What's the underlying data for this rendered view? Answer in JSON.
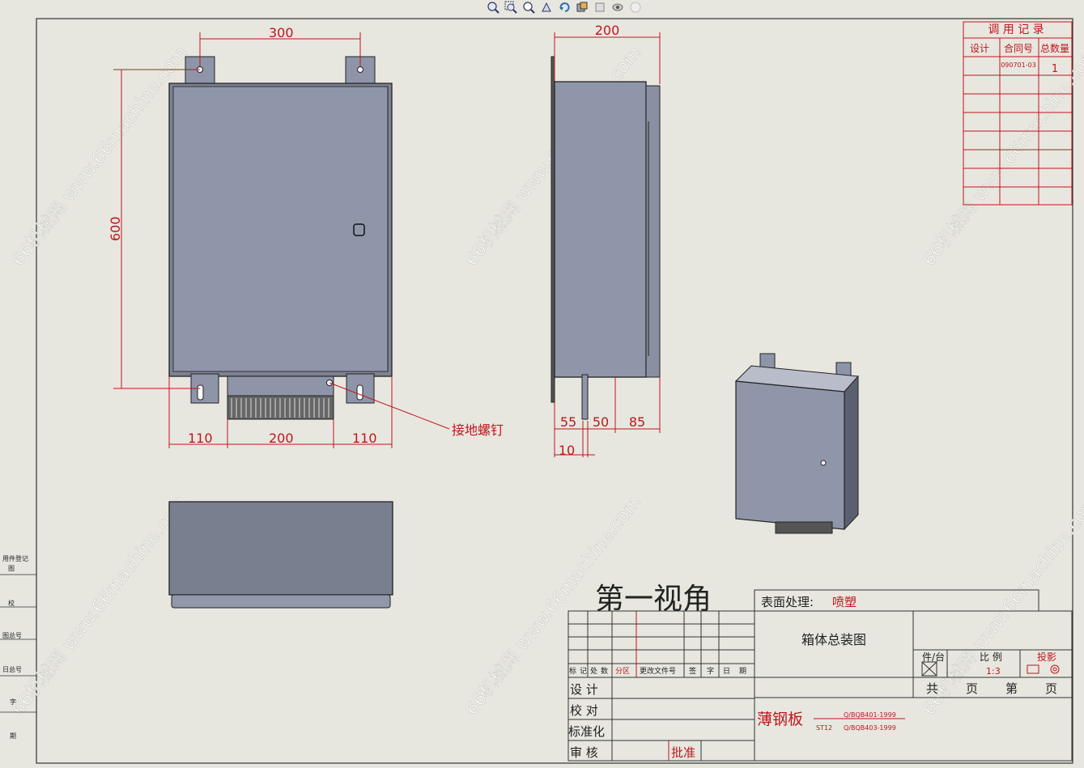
{
  "toolbar": {
    "icons": [
      "zoom-fit-icon",
      "zoom-area-icon",
      "zoom-icon",
      "pan-icon",
      "rotate-icon",
      "display-style-icon",
      "view-orientation-icon",
      "hide-show-icon",
      "appearance-icon"
    ]
  },
  "watermark": "66机械网 www.66machine.com",
  "dimensions": {
    "front_top": "300",
    "front_left": "600",
    "front_bottom": [
      "110",
      "200",
      "110"
    ],
    "side_top": "200",
    "side_bottom": [
      "55",
      "50",
      "85"
    ],
    "side_small": "10",
    "ground_screw": "接地螺钉"
  },
  "history_table": {
    "title": "调 用 记 录",
    "headers": [
      "设计",
      "合同号",
      "总数量"
    ],
    "row1": [
      "",
      "090701-03",
      "1"
    ]
  },
  "left_strip": [
    "用件登记",
    "图",
    "校",
    "图总号",
    "日总号",
    "字",
    "期"
  ],
  "title_block": {
    "view_note": "第一视角",
    "surface_label": "表面处理:",
    "surface_value": "喷塑",
    "drawing_name": "箱体总装图",
    "rev_headers": [
      "标",
      "记",
      "处",
      "数",
      "分区",
      "更改文件号",
      "签",
      "字",
      "日",
      "期"
    ],
    "roles": [
      "设 计",
      "校 对",
      "标准化",
      "审 核"
    ],
    "approve": "批准",
    "material": "薄钢板",
    "material_std1": "Q/BQB401-1999",
    "material_code": "ST12",
    "material_std2": "Q/BQB403-1999",
    "piece_label": "件/台",
    "scale_label": "比 例",
    "scale_value": "1:3",
    "projection_label": "投影",
    "total_label": "共",
    "page_label": "页",
    "sheet_label": "第",
    "sheet_page": "页"
  }
}
